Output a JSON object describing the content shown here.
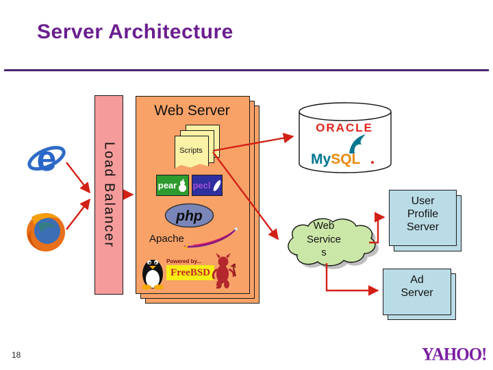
{
  "slide": {
    "title": "Server Architecture",
    "page_number": "18",
    "title_color": "#6B1E8F",
    "rule_color": "#4A2470"
  },
  "icons": {
    "ie": "internet-explorer-browser-icon",
    "firefox": "firefox-browser-icon",
    "tux": "linux-tux-icon",
    "bsd_daemon": "bsd-daemon-icon",
    "apache_feather": "apache-feather-icon",
    "mysql_dolphin": "mysql-dolphin-icon",
    "database": "database-cylinder",
    "cloud": "web-services-cloud"
  },
  "load_balancer": {
    "label": "Load Balancer",
    "fill": "#F59B9B"
  },
  "web_server": {
    "label": "Web Server",
    "fill": "#F8A268",
    "scripts": {
      "label": "Scripts",
      "fill": "#FBF2A6"
    },
    "pear": {
      "label": "pear",
      "fill": "#2E9B2E"
    },
    "pecl": {
      "label": "pecl",
      "fill": "#2F2F9F"
    },
    "php": {
      "label": "php",
      "fill": "#7A86B8"
    },
    "apache": {
      "label": "Apache"
    },
    "freebsd": {
      "powered_by": "Powered by...",
      "label": "FreeBSD",
      "fill": "#F7EC13"
    }
  },
  "database": {
    "oracle_label": "ORACLE",
    "mysql": {
      "my": "My",
      "sql": "SQL"
    }
  },
  "web_services": {
    "lines": [
      "Web",
      "Service",
      "s"
    ],
    "fill": "#CBE7A8"
  },
  "user_profile_server": {
    "label": "User Profile Server",
    "fill": "#BADCE6"
  },
  "ad_server": {
    "label": "Ad Server",
    "fill": "#BADCE6"
  },
  "footer": {
    "logo_text": "YAHOO!",
    "logo_color": "#7B1FA2"
  },
  "arrows": {
    "color": "#D22015"
  }
}
